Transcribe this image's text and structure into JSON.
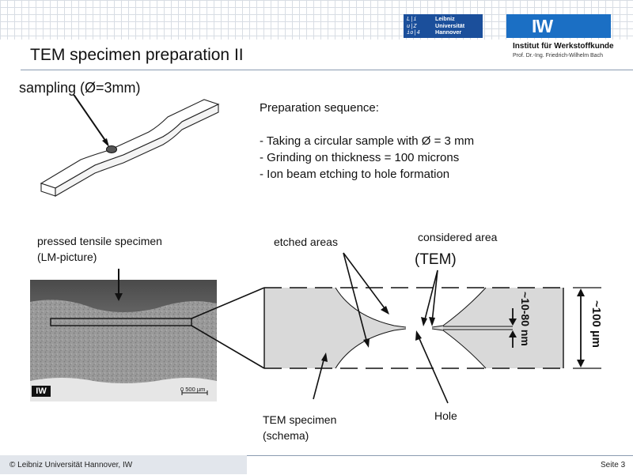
{
  "header": {
    "title": "TEM specimen preparation II",
    "luh_logo_lines": "Leibniz\nUniversität\nHannover",
    "luh_mark": "L|i\nu|Z\nio|4",
    "iw_logo_text": "IW",
    "institute_name": "Institut für Werkstoffkunde",
    "institute_prof": "Prof. Dr.-Ing. Friedrich-Wilhelm  Bach"
  },
  "sampling": {
    "label": "sampling (Ø=3mm)"
  },
  "sequence": {
    "heading": "Preparation sequence:",
    "steps": [
      "- Taking a circular sample with Ø = 3 mm",
      "- Grinding  on thickness = 100 microns",
      "- Ion beam etching to hole formation"
    ]
  },
  "lm_picture": {
    "label_line1": "pressed tensile specimen",
    "label_line2": "(LM-picture)",
    "logo_text": "IW",
    "scale_label": "0    500 µm"
  },
  "schema": {
    "etched_areas": "etched areas",
    "considered_area": "considered area",
    "tem_label": "(TEM)",
    "thickness_label": "~10-80 nm",
    "total_label": "~100 µm",
    "specimen_line1": "TEM specimen",
    "specimen_line2": "(schema)",
    "hole_label": "Hole"
  },
  "footer": {
    "copyright": "© Leibniz Universität Hannover, IW",
    "page": "Seite 3"
  },
  "colors": {
    "luh_blue": "#1b4f9b",
    "iw_blue": "#1b6fc4",
    "specimen_fill": "#d9d9d9"
  }
}
